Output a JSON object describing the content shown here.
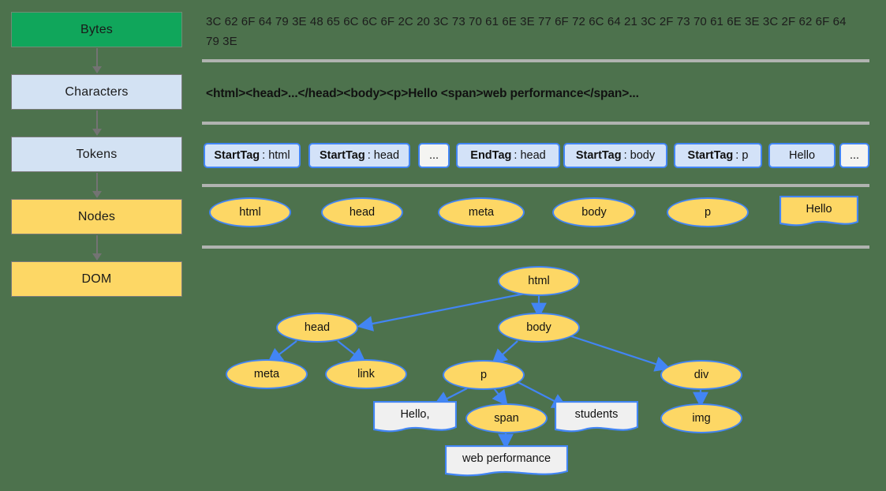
{
  "colors": {
    "background": "#4d724d",
    "green": "#10a65b",
    "light_blue": "#d3e2f3",
    "yellow": "#fdd765",
    "blue_accent": "#4285f4",
    "gray_arrow": "#737373",
    "separator": "#b0b3b0",
    "text_node": "#f0f0f0"
  },
  "pipeline": {
    "steps": [
      {
        "label": "Bytes",
        "style": "green"
      },
      {
        "label": "Characters",
        "style": "blue"
      },
      {
        "label": "Tokens",
        "style": "blue"
      },
      {
        "label": "Nodes",
        "style": "yellow"
      },
      {
        "label": "DOM",
        "style": "yellow"
      }
    ]
  },
  "bytes_row": {
    "text": "3C 62 6F 64 79 3E 48 65 6C 6C 6F 2C 20 3C 73 70 61 6E 3E 77 6F 72 6C 64 21 3C 2F 73 70 61 6E 3E 3C 2F 62 6F 64 79 3E"
  },
  "characters_row": {
    "text": "<html><head>...</head><body><p>Hello <span>web performance</span>..."
  },
  "tokens_row": {
    "tokens": [
      {
        "kind": "StartTag",
        "value": "html",
        "plain": false
      },
      {
        "kind": "StartTag",
        "value": "head",
        "plain": false
      },
      {
        "kind": "",
        "value": "...",
        "plain": true
      },
      {
        "kind": "EndTag",
        "value": "head",
        "plain": false
      },
      {
        "kind": "StartTag",
        "value": "body",
        "plain": false
      },
      {
        "kind": "StartTag",
        "value": "p",
        "plain": false
      },
      {
        "kind": "",
        "value": "Hello",
        "plain": false
      },
      {
        "kind": "",
        "value": "...",
        "plain": true
      }
    ]
  },
  "nodes_row": {
    "nodes": [
      {
        "label": "html",
        "shape": "ellipse"
      },
      {
        "label": "head",
        "shape": "ellipse"
      },
      {
        "label": "meta",
        "shape": "ellipse"
      },
      {
        "label": "body",
        "shape": "ellipse"
      },
      {
        "label": "p",
        "shape": "ellipse"
      },
      {
        "label": "Hello",
        "shape": "document"
      }
    ]
  },
  "dom_tree": {
    "nodes": [
      {
        "id": "html",
        "label": "html",
        "shape": "ellipse"
      },
      {
        "id": "head",
        "label": "head",
        "shape": "ellipse"
      },
      {
        "id": "body",
        "label": "body",
        "shape": "ellipse"
      },
      {
        "id": "meta",
        "label": "meta",
        "shape": "ellipse"
      },
      {
        "id": "link",
        "label": "link",
        "shape": "ellipse"
      },
      {
        "id": "p",
        "label": "p",
        "shape": "ellipse"
      },
      {
        "id": "div",
        "label": "div",
        "shape": "ellipse"
      },
      {
        "id": "hello",
        "label": "Hello,",
        "shape": "document"
      },
      {
        "id": "span",
        "label": "span",
        "shape": "ellipse"
      },
      {
        "id": "stud",
        "label": "students",
        "shape": "document"
      },
      {
        "id": "img",
        "label": "img",
        "shape": "ellipse"
      },
      {
        "id": "webperf",
        "label": "web performance",
        "shape": "document"
      }
    ],
    "edges": [
      [
        "html",
        "head"
      ],
      [
        "html",
        "body"
      ],
      [
        "head",
        "meta"
      ],
      [
        "head",
        "link"
      ],
      [
        "body",
        "p"
      ],
      [
        "body",
        "div"
      ],
      [
        "p",
        "hello"
      ],
      [
        "p",
        "span"
      ],
      [
        "p",
        "stud"
      ],
      [
        "div",
        "img"
      ],
      [
        "span",
        "webperf"
      ]
    ]
  }
}
